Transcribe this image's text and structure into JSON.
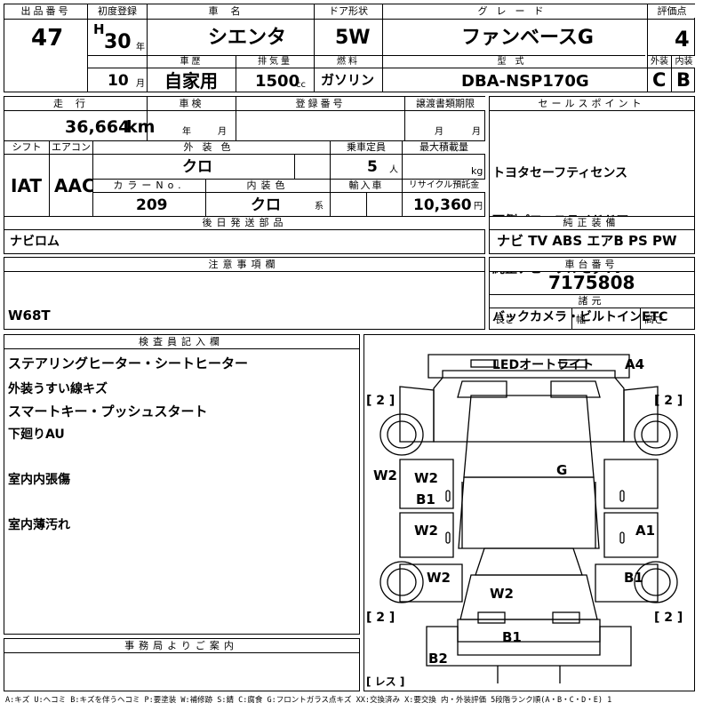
{
  "headers": {
    "lot_no": "出品番号",
    "first_reg": "初度登録",
    "car_name": "車名",
    "door": "ドア形状",
    "grade": "グレード",
    "score": "評価点",
    "history": "車歴",
    "displacement": "排気量",
    "fuel": "燃料",
    "model_code": "型式",
    "exterior": "外装",
    "interior": "内装",
    "mileage": "走行",
    "inspection": "車検",
    "registration": "登録番号",
    "transfer": "譲渡書類期限",
    "sales_point": "セールスポイント",
    "shift": "シフト",
    "aircon": "エアコン",
    "ext_color": "外装色",
    "capacity": "乗車定員",
    "max_load": "最大積載量",
    "color_no": "カラーNo.",
    "int_color": "内装色",
    "import": "輸入車",
    "recycle": "リサイクル預託金",
    "later_parts": "後日発送部品",
    "genuine_equip": "純正装備",
    "notes": "注意事項欄",
    "chassis_no": "車台番号",
    "dimensions": "諸元",
    "inspector": "検査員記入欄",
    "office": "事務局よりご案内"
  },
  "units": {
    "year": "年",
    "month": "月",
    "cc": "cc",
    "km": "km",
    "person": "人",
    "kg": "kg",
    "yen": "円",
    "kei": "系",
    "length": "長さ",
    "width": "幅",
    "height": "高さ"
  },
  "values": {
    "lot_no": "47",
    "era": "H",
    "year": "30",
    "month": "10",
    "car_name": "シエンタ",
    "door": "5W",
    "grade": "ファンベースG",
    "score": "4",
    "history": "自家用",
    "displacement": "1500",
    "fuel": "ガソリン",
    "model_code": "DBA-NSP170G",
    "exterior": "C",
    "interior": "B",
    "mileage": "36,664",
    "shift": "IAT",
    "aircon": "AAC",
    "ext_color": "クロ",
    "capacity": "5",
    "color_no": "209",
    "int_color": "クロ",
    "recycle": "10,360",
    "later_parts": "ナビロム",
    "genuine_equip": "ナビ TV ABS エアB PS PW",
    "chassis_no": "7175808"
  },
  "sales_points": [
    "トヨタセーフティセンス",
    "両側パワースライドドア",
    "純正ナビ・フルセグTV",
    "バックカメラ・ビルトインETC",
    "LEDオートライト"
  ],
  "notes_lines": [
    "W68T",
    "ステアリングヒーター・シートヒーター",
    "スマートキー・プッシュスタート"
  ],
  "inspector_lines": [
    "外装うすい線キズ",
    "下廻りAU",
    "室内内張傷",
    "室内薄汚れ"
  ],
  "diagram": {
    "marks": {
      "a4": "A4",
      "g": "G",
      "w2_left": "W2",
      "w2_front_door": "W2",
      "b1_front_door": "B1",
      "w2_rear_door": "W2",
      "a1_right": "A1",
      "w2_quarter": "W2",
      "b1_right": "B1",
      "w2_tailgate": "W2",
      "b1_rear": "B1",
      "b2": "B2"
    },
    "tire_labels": {
      "fl": "[ 2 ]",
      "fr": "[ 2 ]",
      "rl": "[ 2 ]",
      "rr": "[ 2 ]"
    },
    "spare": "[ レス ]"
  },
  "legend": "A:キズ U:ヘコミ B:キズを伴うヘコミ P:要塗装 W:補修跡 S:錆 C:腐食 G:フロントガラス点キズ XX:交換済み X:要交換 内・外装評価 5段階ランク順(A・B・C・D・E) 1"
}
